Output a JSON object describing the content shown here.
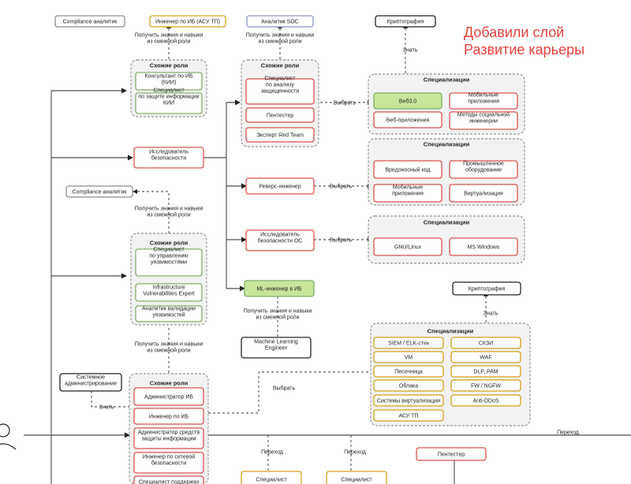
{
  "overlay": {
    "line1": "Добавили слой",
    "line2": "Развитие карьеры"
  },
  "colors": {
    "red": "#d9534f",
    "green": "#7fb069",
    "green_fill": "#c9e59a",
    "orange": "#d4a017",
    "gray": "#8c8c8c",
    "blue": "#8a93c4",
    "group_fill": "#f2f2f2",
    "accent": "#e8403a"
  },
  "texts": {
    "top_compliance": "Compliance аналитик",
    "top_engineer": "Инженер по ИБ (АСУ ТП)",
    "top_soc": "Аналитик SOC",
    "top_crypto": "Криптография",
    "knowledge_1": [
      "Получить знания и навыки",
      "из смежной роли"
    ],
    "similar_roles": "Схожие роли",
    "consultant": [
      "Консультант по ИБ",
      "(КИИ)"
    ],
    "specialist_kii": [
      "Специалист",
      "по защите информации",
      "КИИ"
    ],
    "knowledge_2": [
      "Получить знания и навыки",
      "из смежной роли"
    ],
    "spec_analysis": [
      "Специалист",
      "по анализу",
      "защищенности"
    ],
    "pentester": "Пентестер",
    "red_team": "Эксперт Red Team",
    "choose": "Выбрать",
    "know": "Знать",
    "specializations": "Специализации",
    "web3": "Веб3.0",
    "mobile_apps": [
      "Мобильные",
      "приложения"
    ],
    "web_apps": "Веб-приложения",
    "social_eng": [
      "Методы социальной",
      "инженерии"
    ],
    "researcher": [
      "Исследователь",
      "безопасности"
    ],
    "malware": "Вредоносный код",
    "industrial": [
      "Промышленное",
      "оборудование"
    ],
    "mobile_apps_2": [
      "Мобильные",
      "приложения"
    ],
    "virtualization": "Виртуализация",
    "reverse": "Реверс-инженер",
    "compliance_mid": "Compliance аналитик",
    "knowledge_3": [
      "Получить знания и навыки",
      "из смежной роли"
    ],
    "os_researcher": [
      "Исследователь",
      "безопасности ОС"
    ],
    "gnu_linux": "GNU/Linux",
    "ms_windows": "MS Windows",
    "spec_vuln": [
      "Специалист",
      "по управлению",
      "уязвимостями"
    ],
    "infra_vuln": [
      "Infrastructure",
      "Vulnerabilities Expert"
    ],
    "validation": [
      "Аналитик валидации",
      "уязвимостей"
    ],
    "ml_engineer": "ML-инженер в ИБ",
    "knowledge_4": [
      "Получить знания и навыки",
      "из смежной роли"
    ],
    "ml_eng": [
      "Machine Learning",
      "Engineer"
    ],
    "crypto_2": "Криптография",
    "knowledge_5": [
      "Получить знания и навыки",
      "из смежной роли"
    ],
    "siem": "SIEM / ELK-стек",
    "skzi": "СКЗИ",
    "vm": "VM",
    "waf": "WAF",
    "sandbox": "Песочница",
    "dlp": "DLP, PAM",
    "clouds": "Облака",
    "fw": "FW / NGFW",
    "virt_systems": "Системы виртуализации",
    "antiddos": "Anti-DDoS",
    "asu_tp": "АСУ ТП",
    "sysadmin": [
      "Системное",
      "администрирование"
    ],
    "admin_ib": "Администратор ИБ",
    "engineer_ib": "Инженер по ИБ",
    "admin_szi": [
      "Администратор средств",
      "защиты информации"
    ],
    "net_engineer": [
      "Инженер по сетевой",
      "безопасности"
    ],
    "support_spec": "Специалист поддержки",
    "transition": "Переход",
    "pentester_2": "Пентестер",
    "spec_bottom": "Специалист"
  }
}
